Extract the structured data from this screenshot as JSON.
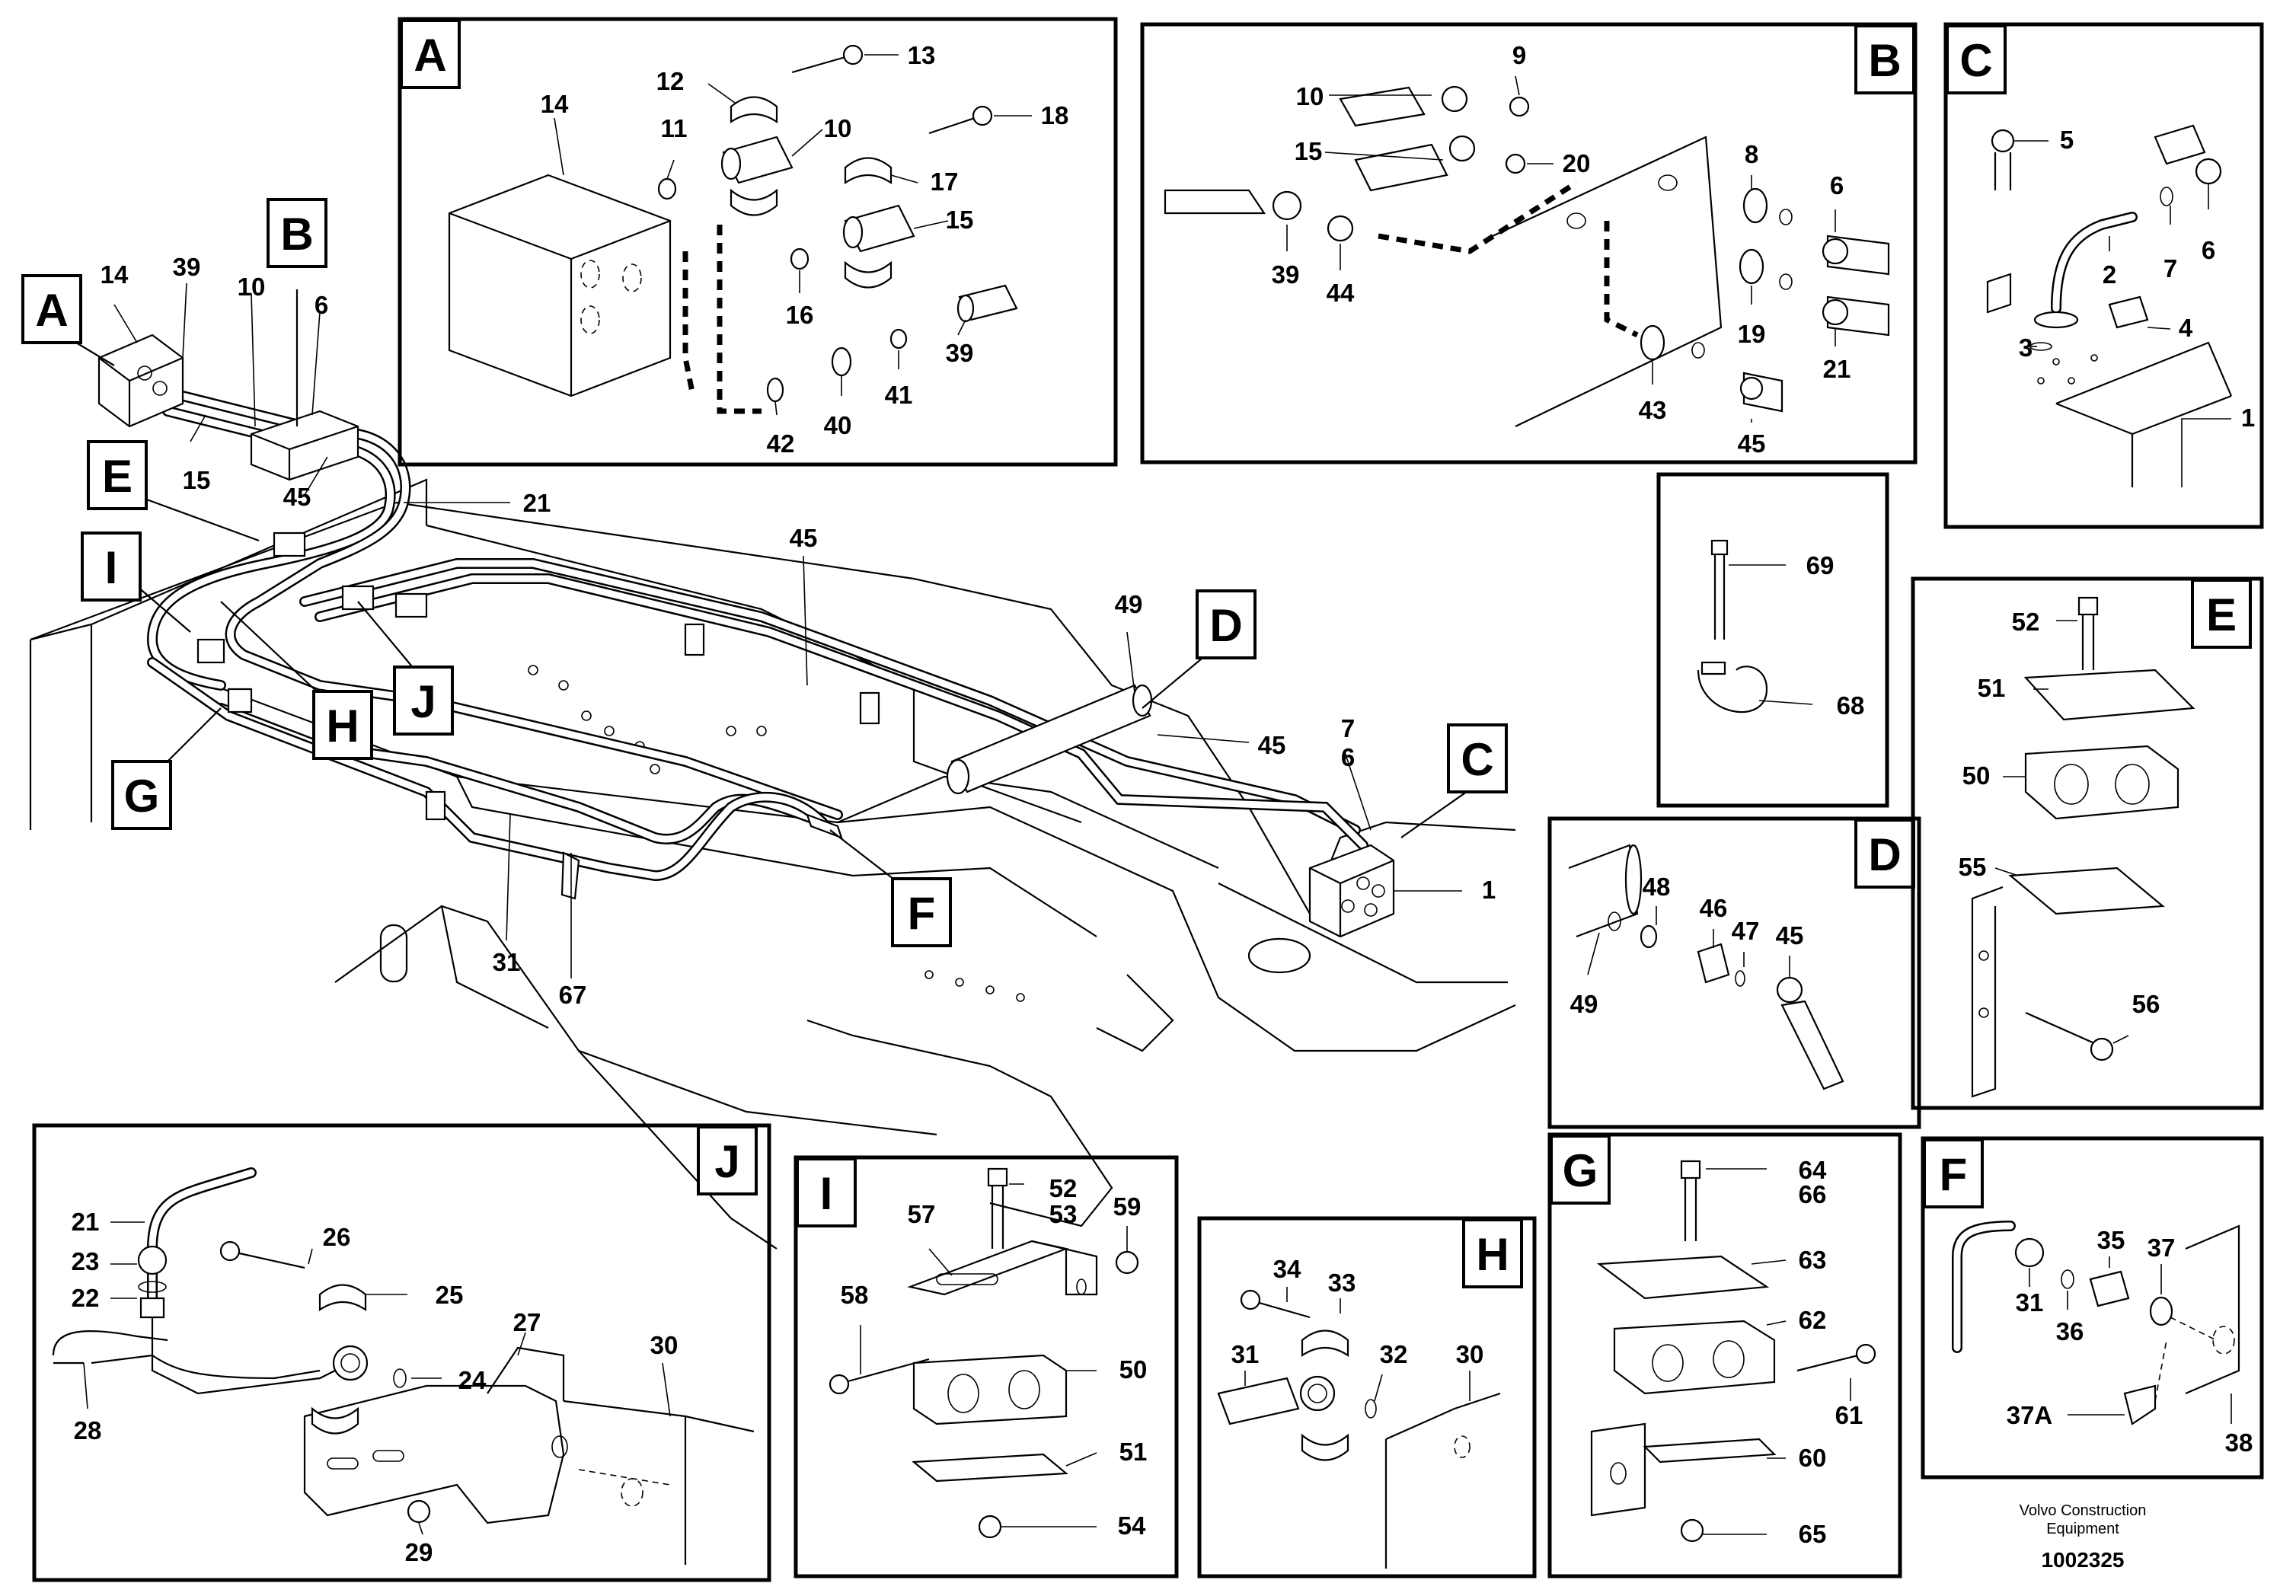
{
  "footer": {
    "brand_line1": "Volvo Construction",
    "brand_line2": "Equipment",
    "doc_number": "1002325"
  },
  "panel_letters": {
    "A": "A",
    "B": "B",
    "C": "C",
    "D": "D",
    "E": "E",
    "F": "F",
    "G": "G",
    "H": "H",
    "I": "I",
    "J": "J"
  },
  "main_labels": {
    "n14": "14",
    "n39": "39",
    "n10": "10",
    "n6a": "6",
    "n15": "15",
    "n45a": "45",
    "n21": "21",
    "n45b": "45",
    "n49": "49",
    "n45c": "45",
    "n7": "7",
    "n6b": "6",
    "n1": "1",
    "n31": "31",
    "n67": "67"
  },
  "panel_A_labels": {
    "n13": "13",
    "n12": "12",
    "n14": "14",
    "n11": "11",
    "n10": "10",
    "n18": "18",
    "n17": "17",
    "n15": "15",
    "n16": "16",
    "n39": "39",
    "n41": "41",
    "n40": "40",
    "n42": "42"
  },
  "panel_B_labels": {
    "n9": "9",
    "n10": "10",
    "n15": "15",
    "n20": "20",
    "n8": "8",
    "n6": "6",
    "n39": "39",
    "n44": "44",
    "n19": "19",
    "n21": "21",
    "n43": "43",
    "n45": "45"
  },
  "panel_C_labels": {
    "n5": "5",
    "n2": "2",
    "n7": "7",
    "n6": "6",
    "n3": "3",
    "n4": "4",
    "n1": "1"
  },
  "panel_clip_labels": {
    "n69": "69",
    "n68": "68"
  },
  "panel_D_labels": {
    "n48": "48",
    "n46": "46",
    "n47": "47",
    "n45": "45",
    "n49": "49"
  },
  "panel_E_labels": {
    "n52": "52",
    "n51": "51",
    "n50": "50",
    "n55": "55",
    "n56": "56"
  },
  "panel_F_labels": {
    "n35": "35",
    "n37": "37",
    "n31": "31",
    "n36": "36",
    "n37A": "37A",
    "n38": "38"
  },
  "panel_G_labels": {
    "n64": "64",
    "n66": "66",
    "n63": "63",
    "n62": "62",
    "n61": "61",
    "n60": "60",
    "n65": "65"
  },
  "panel_H_labels": {
    "n34": "34",
    "n33": "33",
    "n31": "31",
    "n32": "32",
    "n30": "30"
  },
  "panel_I_labels": {
    "n52": "52",
    "n53": "53",
    "n59": "59",
    "n57": "57",
    "n58": "58",
    "n50": "50",
    "n51": "51",
    "n54": "54"
  },
  "panel_J_labels": {
    "n21": "21",
    "n26": "26",
    "n23": "23",
    "n25": "25",
    "n22": "22",
    "n24": "24",
    "n27": "27",
    "n30": "30",
    "n28": "28",
    "n29": "29"
  }
}
